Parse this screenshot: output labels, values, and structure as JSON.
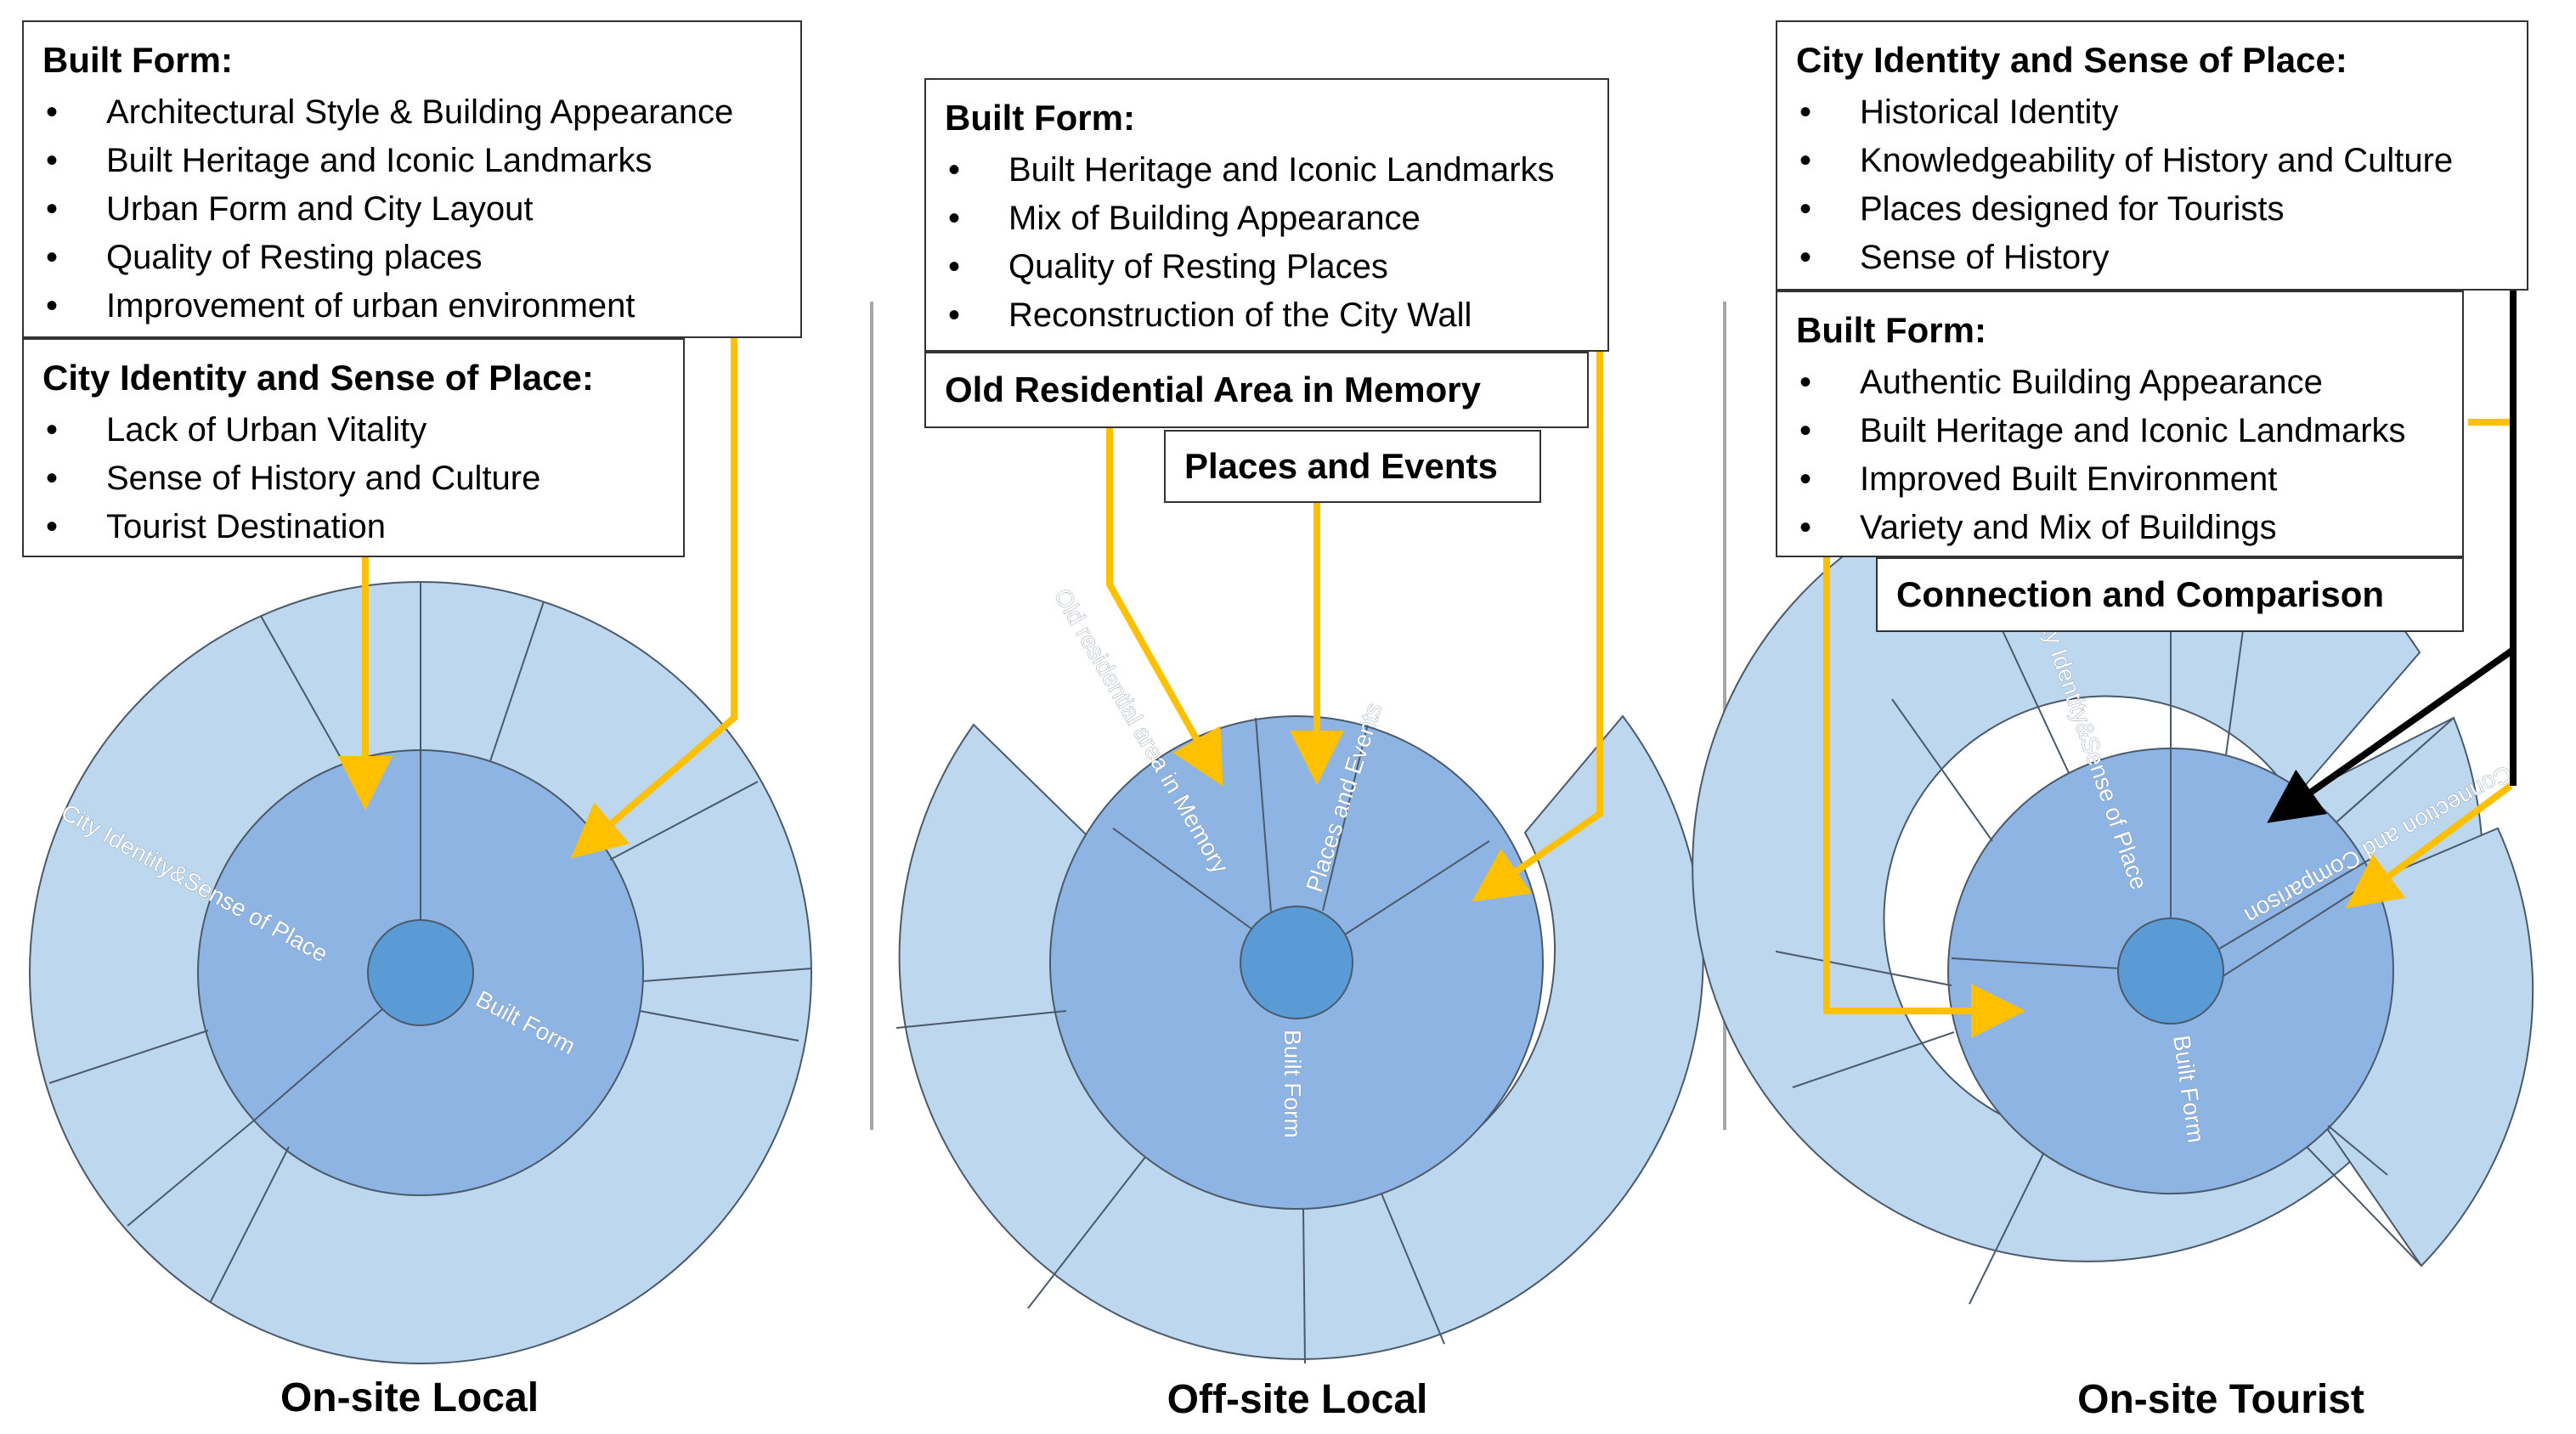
{
  "panels": [
    {
      "caption": "On-site Local",
      "boxes": [
        {
          "title": "Built Form:",
          "items": [
            "Architectural Style & Building Appearance",
            "Built Heritage and Iconic Landmarks",
            "Urban Form and City Layout",
            "Quality of Resting places",
            "Improvement of urban environment"
          ]
        },
        {
          "title": "City Identity and Sense of Place:",
          "items": [
            "Lack of Urban Vitality",
            "Sense of History and Culture",
            "Tourist Destination"
          ]
        }
      ],
      "ring_labels": [
        "City Identity&Sense of Place",
        "Built Form"
      ]
    },
    {
      "caption": "Off-site Local",
      "boxes": [
        {
          "title": "Built Form:",
          "items": [
            "Built Heritage and Iconic Landmarks",
            "Mix of Building Appearance",
            "Quality of Resting Places",
            "Reconstruction of the City Wall"
          ]
        }
      ],
      "tags": [
        "Old Residential Area in Memory",
        "Places and Events"
      ],
      "ring_labels": [
        "Old residential area in Memory",
        "Places and Events",
        "Built Form"
      ]
    },
    {
      "caption": "On-site Tourist",
      "boxes": [
        {
          "title": "City Identity and Sense of Place:",
          "items": [
            "Historical Identity",
            "Knowledgeability of History and Culture",
            "Places designed for Tourists",
            "Sense of History"
          ]
        },
        {
          "title": "Built Form:",
          "items": [
            "Authentic Building Appearance",
            "Built Heritage and Iconic Landmarks",
            "Improved Built Environment",
            "Variety and Mix of Buildings"
          ]
        }
      ],
      "tags": [
        "Connection and Comparison"
      ],
      "ring_labels": [
        "City Identity&Sense of Place",
        "Connection and Comparison",
        "Built Form"
      ]
    }
  ],
  "colors": {
    "outer_ring": "#bdd7ee",
    "middle_ring": "#8db4e2",
    "center": "#5b9bd5",
    "arrow": "#ffc000",
    "arrow_dark": "#000000",
    "divider": "#a6a6a6"
  }
}
